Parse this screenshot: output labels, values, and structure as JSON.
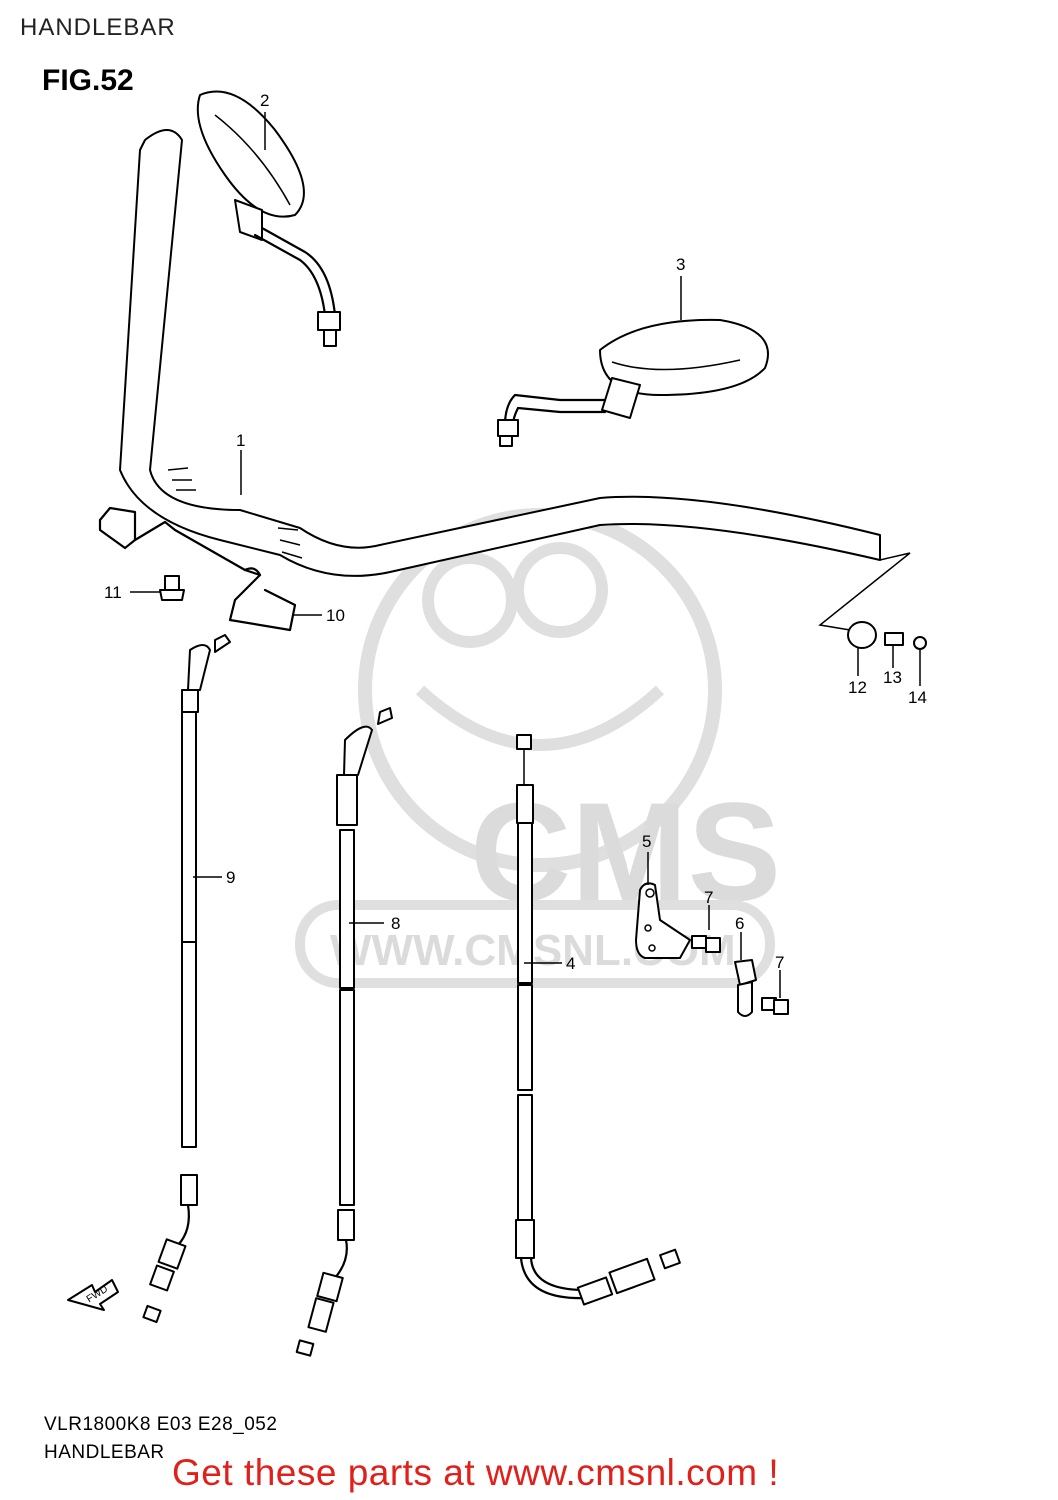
{
  "header": {
    "section_title": "HANDLEBAR",
    "figure_label": "FIG.52"
  },
  "watermark": {
    "brand": "CMS",
    "url": "WWW.CMSNL.COM"
  },
  "callouts": [
    {
      "num": "1",
      "part": "handlebar"
    },
    {
      "num": "2",
      "part": "mirror-left"
    },
    {
      "num": "3",
      "part": "mirror-right"
    },
    {
      "num": "4",
      "part": "clutch-cable"
    },
    {
      "num": "5",
      "part": "cable-bracket"
    },
    {
      "num": "6",
      "part": "cable-clamp"
    },
    {
      "num": "7",
      "part": "bolt"
    },
    {
      "num": "7",
      "part": "bolt"
    },
    {
      "num": "8",
      "part": "throttle-cable-return"
    },
    {
      "num": "9",
      "part": "throttle-cable-pull"
    },
    {
      "num": "10",
      "part": "wire-guide"
    },
    {
      "num": "11",
      "part": "bolt"
    },
    {
      "num": "12",
      "part": "bar-end-weight"
    },
    {
      "num": "13",
      "part": "screw"
    },
    {
      "num": "14",
      "part": "washer"
    }
  ],
  "fwd_arrow_label": "FWD",
  "footer": {
    "model_code": "VLR1800K8 E03 E28_052",
    "section_title": "HANDLEBAR",
    "promo": "Get these parts at www.cmsnl.com !"
  },
  "colors": {
    "promo_text": "#e0201a",
    "watermark": "#d8d8d8",
    "line_art": "#000000"
  }
}
